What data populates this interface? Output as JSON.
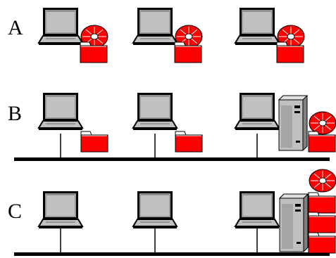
{
  "rows": [
    {
      "label": "A",
      "laptops": 3,
      "folders": 3,
      "discs": 3,
      "bus": false,
      "server": false
    },
    {
      "label": "B",
      "laptops": 3,
      "folders": 3,
      "discs": 1,
      "bus": true,
      "server": true
    },
    {
      "label": "C",
      "laptops": 3,
      "folders": 3,
      "discs": 1,
      "bus": true,
      "server": true
    }
  ],
  "colors": {
    "laptop_frame": "#000000",
    "laptop_screen": "#c0c0c0",
    "laptop_body": "#c0c0c0",
    "folder": "#ff0000",
    "disc": "#ff0000",
    "server": "#c0c0c0",
    "bus": "#000000"
  },
  "icons": [
    "laptop-icon",
    "folder-icon",
    "disc-icon",
    "server-icon"
  ]
}
